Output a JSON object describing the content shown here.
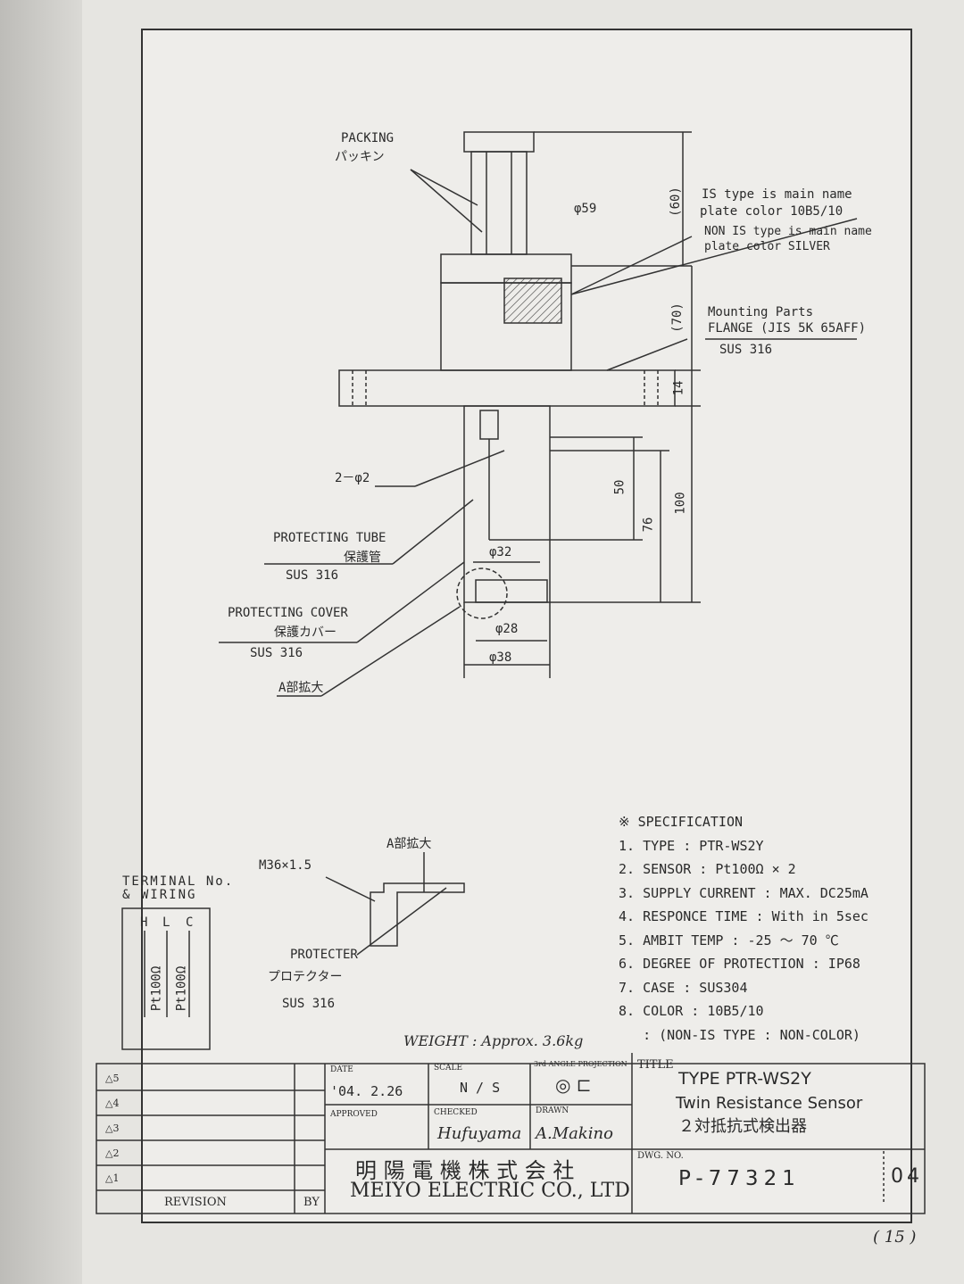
{
  "drawing": {
    "callouts": {
      "packing": "PACKING",
      "packing_jp": "パッキン",
      "dia59": "φ59",
      "dim60": "(60)",
      "dim70": "(70)",
      "dim14": "14",
      "dim50": "50",
      "dim76": "76",
      "dim100": "100",
      "is_type_1": "IS type is main name",
      "is_type_2": "plate color 10B5/10",
      "non_is_1": "NON IS type is main name",
      "non_is_2": "plate color SILVER",
      "mounting_1": "Mounting Parts",
      "mounting_2": "FLANGE (JIS 5K 65AFF)",
      "mounting_3": "SUS 316",
      "holes": "2－φ2",
      "tube": "PROTECTING TUBE",
      "tube_jp": "保護管",
      "tube_mat": "SUS 316",
      "dia32": "φ32",
      "cover": "PROTECTING COVER",
      "cover_jp": "保護カバー",
      "cover_mat": "SUS 316",
      "dia28": "φ28",
      "dia38": "φ38",
      "detail_a": "A部拡大"
    },
    "detail": {
      "title": "A部拡大",
      "thread": "M36×1.5",
      "protecter": "PROTECTER",
      "protecter_jp": "プロテクター",
      "protecter_mat": "SUS 316"
    },
    "terminal": {
      "title_1": "TERMINAL No.",
      "title_2": "& WIRING",
      "h": "H",
      "l": "L",
      "c": "C",
      "r1": "Pt100Ω",
      "r2": "Pt100Ω"
    },
    "weight": "WEIGHT : Approx. 3.6kg"
  },
  "specification": {
    "heading": "※  SPECIFICATION",
    "items": [
      "1. TYPE : PTR-WS2Y",
      "2. SENSOR : Pt100Ω  × 2",
      "3. SUPPLY CURRENT : MAX. DC25mA",
      "4. RESPONCE TIME : With in 5sec",
      "5. AMBIT TEMP : -25 ～ 70 ℃",
      "6. DEGREE OF PROTECTION : IP68",
      "7. CASE : SUS304",
      "8. COLOR : 10B5/10",
      "   : (NON-IS TYPE : NON-COLOR)"
    ]
  },
  "title_block": {
    "revisions": [
      "5",
      "4",
      "3",
      "2",
      "1"
    ],
    "revision_label": "REVISION",
    "by_label": "BY",
    "date_label": "DATE",
    "date": "'04. 2.26",
    "scale_label": "SCALE",
    "scale": "N / S",
    "projection_label": "3rd ANGLE PROJECTION",
    "approved_label": "APPROVED",
    "checked_label": "CHECKED",
    "checked_sig": "Hufuyama",
    "drawn_label": "DRAWN",
    "drawn_sig": "A.Makino",
    "company_jp": "明 陽 電 機 株 式 会 社",
    "company_en": "MEIYO ELECTRIC CO., LTD",
    "title_label": "TITLE",
    "title_1": "TYPE PTR-WS2Y",
    "title_2": "Twin Resistance Sensor",
    "title_3": "２対抵抗式検出器",
    "dwg_label": "DWG. NO.",
    "dwg_no": "P-77321",
    "rev_no": "04",
    "page_note": "( 15 )"
  }
}
